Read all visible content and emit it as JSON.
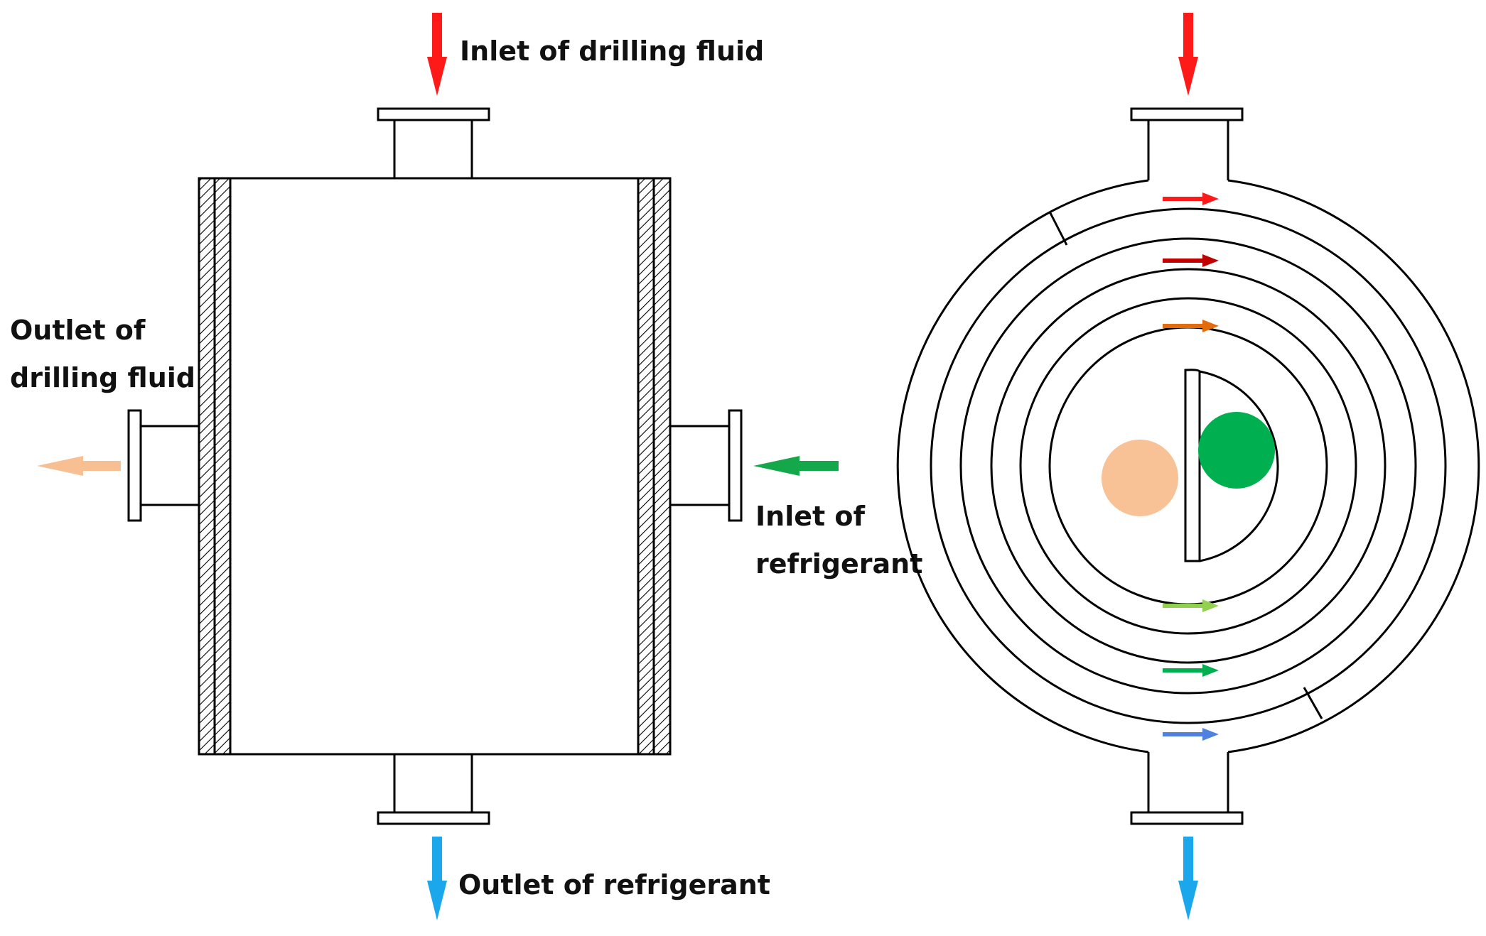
{
  "labels": {
    "inlet_drilling_fluid": "Inlet of drilling fluid",
    "outlet_drilling_fluid_line1": "Outlet of",
    "outlet_drilling_fluid_line2": "drilling fluid",
    "inlet_refrigerant_line1": "Inlet of",
    "inlet_refrigerant_line2": "refrigerant",
    "outlet_refrigerant": "Outlet of refrigerant"
  },
  "colors": {
    "line": "#000000",
    "hot_inlet": "#ff1a1a",
    "cold_outlet": "#1aa7ec",
    "drilling_fluid_out": "#f7bf92",
    "refrigerant_in": "#14a84a",
    "gap_arrows": [
      "#ff1a1a",
      "#c00000",
      "#e36c0a",
      "#92d050",
      "#00b050",
      "#4f81e0"
    ],
    "drilling_fluid_chamber": "#f8c196",
    "refrigerant_chamber": "#00b050"
  },
  "icons": {
    "flow_arrow": "arrow-icon",
    "wall_hatch": "hatched-insulation"
  }
}
